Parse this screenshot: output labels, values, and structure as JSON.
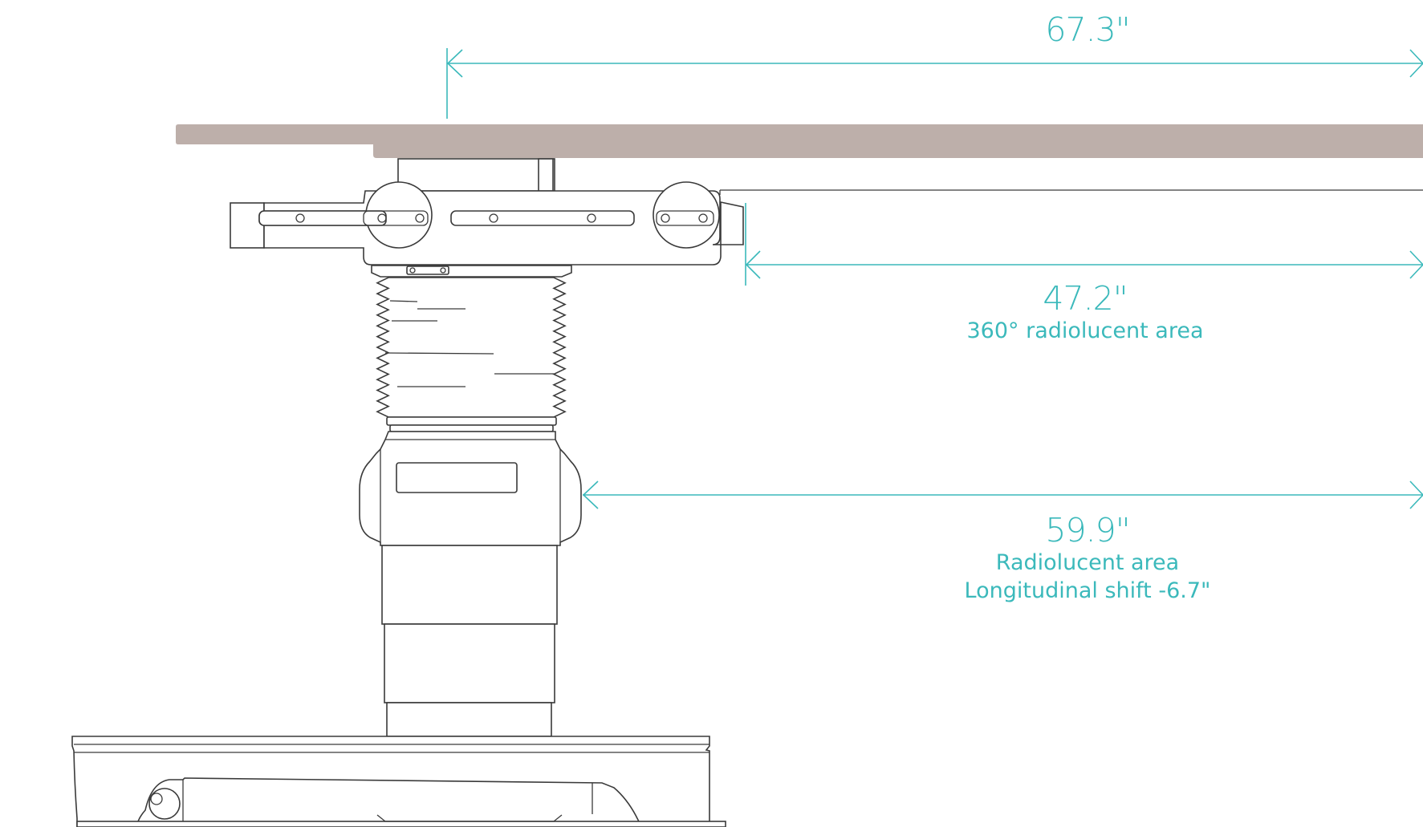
{
  "colors": {
    "dimension": "#3bb9bb",
    "tabletop": "#bdafaa",
    "outline": "#3a3a3a"
  },
  "dimensions": {
    "top": {
      "value": "67.3\""
    },
    "middle": {
      "value": "47.2\"",
      "note": "360° radiolucent area"
    },
    "bottom": {
      "value": "59.9\"",
      "note_1": "Radiolucent area",
      "note_2": "Longitudinal shift -6.7\""
    }
  }
}
